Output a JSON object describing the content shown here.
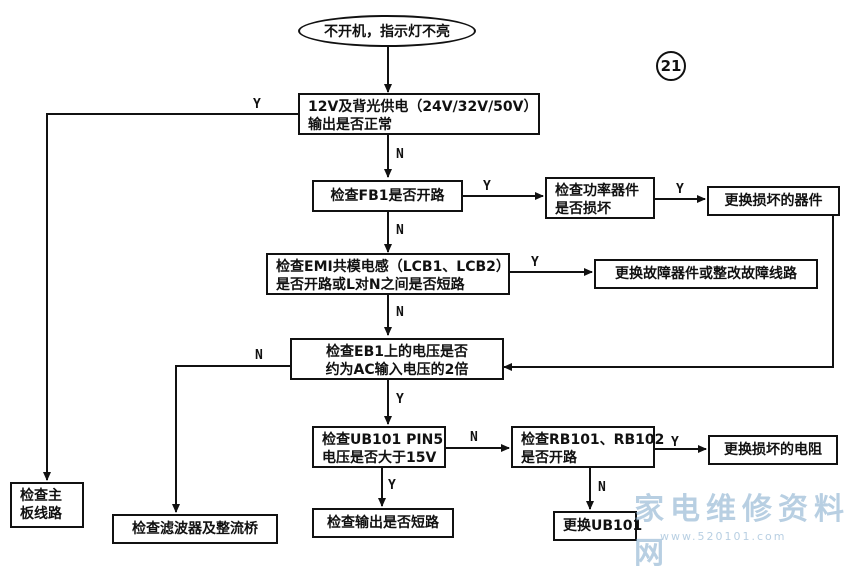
{
  "page_number": "21",
  "nodes": {
    "start": "不开机，指示灯不亮",
    "n1": [
      "12V及背光供电（24V/32V/50V）",
      "输出是否正常"
    ],
    "n2": "检查FB1是否开路",
    "n3": [
      "检查功率器件",
      "是否损坏"
    ],
    "n4": "更换损坏的器件",
    "n5": [
      "检查EMI共模电感（LCB1、LCB2）",
      "是否开路或L对N之间是否短路"
    ],
    "n6": "更换故障器件或整改故障线路",
    "n7": [
      "检查EB1上的电压是否",
      "约为AC输入电压的2倍"
    ],
    "n8": [
      "检查主",
      "板线路"
    ],
    "n9": "检查滤波器及整流桥",
    "n10": [
      "检查UB101 PIN5",
      "电压是否大于15V"
    ],
    "n11": [
      "检查RB101、RB102",
      "是否开路"
    ],
    "n12": "更换损坏的电阻",
    "n13": "检查输出是否短路",
    "n14": "更换UB101"
  },
  "edge_labels": {
    "n1_y": "Y",
    "n1_n": "N",
    "n2_y": "Y",
    "n2_n": "N",
    "n3_y": "Y",
    "n5_y": "Y",
    "n5_n": "N",
    "n7_n": "N",
    "n7_y": "Y",
    "n10_n": "N",
    "n10_y": "Y",
    "n11_y": "Y",
    "n11_n": "N"
  },
  "watermark": {
    "title": "家电维修资料网",
    "url": "www.520101.com"
  }
}
